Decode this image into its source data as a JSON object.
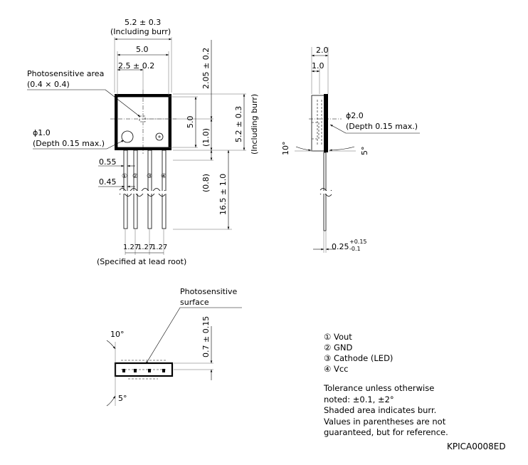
{
  "front_view": {
    "width_burr": "5.2 ± 0.3",
    "width_burr_note": "(Including burr)",
    "width_body": "5.0",
    "offset_center": "2.5 ± 0.2",
    "photo_area_label": "Photosensitive area",
    "photo_area_size": "(0.4 × 0.4)",
    "hole_dia": "ϕ1.0",
    "hole_depth": "(Depth 0.15 max.)",
    "lead_w1": "0.55",
    "lead_w2": "0.45",
    "pitch": [
      "1.27",
      "1.27",
      "1.27"
    ],
    "pitch_note": "(Specified at lead root)",
    "top_offset": "2.05 ± 0.2",
    "height_body": "5.0",
    "height_burr": "5.2 ± 0.3",
    "height_burr_note": "(Including burr)",
    "center_to_bottom": "(1.0)",
    "bottom_gap": "(0.8)",
    "lead_len": "16.5 ± 1.0",
    "pin_numbers": [
      "①",
      "②",
      "③",
      "④"
    ]
  },
  "side_view": {
    "width_total": "2.0",
    "width_front": "1.0",
    "dimple_dia": "ϕ2.0",
    "dimple_depth": "(Depth 0.15 max.)",
    "angle_left": "10°",
    "angle_right": "5°",
    "lead_thk_base": "0.25",
    "lead_thk_plus": "+0.15",
    "lead_thk_minus": "-0.1"
  },
  "bottom_view": {
    "surface_label_1": "Photosensitive",
    "surface_label_2": "surface",
    "depth": "0.7 ± 0.15",
    "angle_top": "10°",
    "angle_bottom": "5°"
  },
  "legend": [
    {
      "num": "①",
      "name": "Vout"
    },
    {
      "num": "②",
      "name": "GND"
    },
    {
      "num": "③",
      "name": "Cathode (LED)"
    },
    {
      "num": "④",
      "name": "Vcc"
    }
  ],
  "notes": [
    "Tolerance unless otherwise",
    "noted: ±0.1, ±2°",
    "Shaded area indicates burr.",
    "Values in parentheses are not",
    "guaranteed, but for reference."
  ],
  "drawing_code": "KPICA0008ED"
}
